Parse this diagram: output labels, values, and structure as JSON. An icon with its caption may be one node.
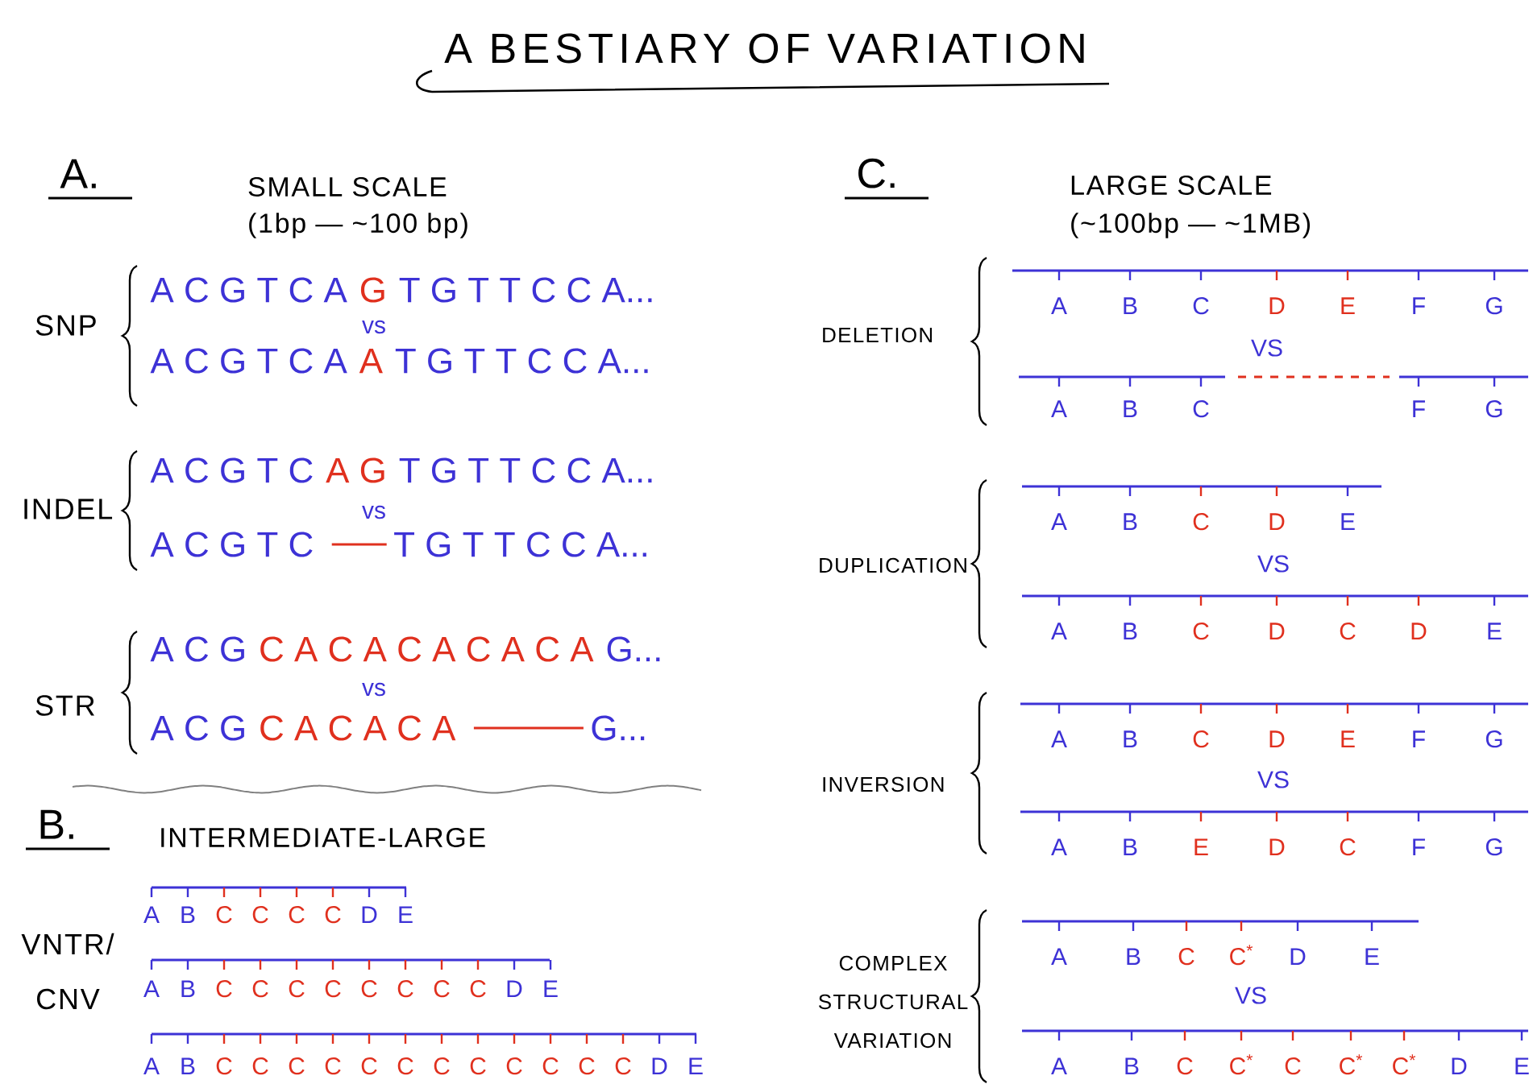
{
  "diagram": {
    "title": "A BESTIARY OF VARIATION",
    "labels": [
      "A.",
      "SMALL SCALE",
      "(1bp — ~100 bp)",
      "SNP",
      "A C G T C A",
      "G",
      "T G T T C C A...",
      "vs",
      "A C G T C A",
      "A",
      "T G T T C C A...",
      "INDEL",
      "A C G T C",
      "A G",
      "T G T T C C A...",
      "vs",
      "A C G T C",
      "T G T T C C A...",
      "STR",
      "A C G",
      "C A C A C A C A C A",
      "G...",
      "vs",
      "A C G",
      "C A C A C A",
      "G...",
      "B.",
      "INTERMEDIATE-LARGE",
      "VNTR/ CNV",
      "A",
      "B",
      "C",
      "C",
      "C",
      "C",
      "D",
      "E",
      "A",
      "B",
      "C",
      "C",
      "C",
      "C",
      "C",
      "C",
      "C",
      "C",
      "D",
      "E",
      "A",
      "B",
      "C",
      "C",
      "C",
      "C",
      "C",
      "C",
      "C",
      "C",
      "C",
      "C",
      "C",
      "C",
      "D",
      "E",
      "C.",
      "LARGE SCALE",
      "(~100bp — ~1MB)",
      "DELETION",
      "A",
      "B",
      "C",
      "D",
      "E",
      "F",
      "G",
      "VS",
      "A",
      "B",
      "C",
      "F",
      "G",
      "DUPLICATION",
      "A",
      "B",
      "C",
      "D",
      "E",
      "VS",
      "A",
      "B",
      "C",
      "D",
      "C",
      "D",
      "E",
      "INVERSION",
      "A",
      "B",
      "C",
      "D",
      "E",
      "F",
      "G",
      "VS",
      "A",
      "B",
      "E",
      "D",
      "C",
      "F",
      "G",
      "COMPLEX STRUCTURAL VARIATION",
      "A",
      "B",
      "C",
      "C$^{*}$",
      "D",
      "E",
      "VS",
      "A",
      "B",
      "C",
      "C$^{*}$",
      "C",
      "C$^{*}$",
      "C$^{*}$",
      "D",
      "E"
    ]
  }
}
